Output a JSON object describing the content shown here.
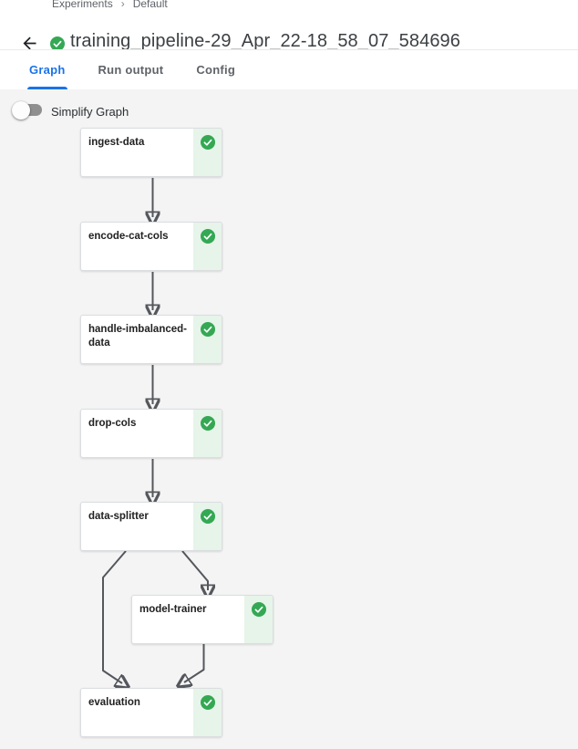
{
  "breadcrumb": {
    "experiments": "Experiments",
    "separator": "›",
    "default": "Default"
  },
  "header": {
    "title": "training_pipeline-29_Apr_22-18_58_07_584696",
    "status": "succeeded"
  },
  "tabs": {
    "graph": "Graph",
    "run_output": "Run output",
    "config": "Config",
    "active": "Graph"
  },
  "toolbar": {
    "simplify_graph_label": "Simplify Graph",
    "simplify_graph_enabled": false
  },
  "graph": {
    "nodes": [
      {
        "label": "ingest-data",
        "status": "succeeded"
      },
      {
        "label": "encode-cat-cols",
        "status": "succeeded"
      },
      {
        "label": "handle-imbalanced-data",
        "status": "succeeded"
      },
      {
        "label": "drop-cols",
        "status": "succeeded"
      },
      {
        "label": "data-splitter",
        "status": "succeeded"
      },
      {
        "label": "model-trainer",
        "status": "succeeded"
      },
      {
        "label": "evaluation",
        "status": "succeeded"
      }
    ],
    "edges": [
      {
        "from": "ingest-data",
        "to": "encode-cat-cols"
      },
      {
        "from": "encode-cat-cols",
        "to": "handle-imbalanced-data"
      },
      {
        "from": "handle-imbalanced-data",
        "to": "drop-cols"
      },
      {
        "from": "drop-cols",
        "to": "data-splitter"
      },
      {
        "from": "data-splitter",
        "to": "model-trainer"
      },
      {
        "from": "data-splitter",
        "to": "evaluation"
      },
      {
        "from": "model-trainer",
        "to": "evaluation"
      }
    ]
  },
  "colors": {
    "accent_blue": "#1a73e8",
    "success_green": "#34a853",
    "status_strip_green": "#e6f4ea",
    "edge_gray": "#54575d",
    "graph_background": "#f4f4f4"
  }
}
